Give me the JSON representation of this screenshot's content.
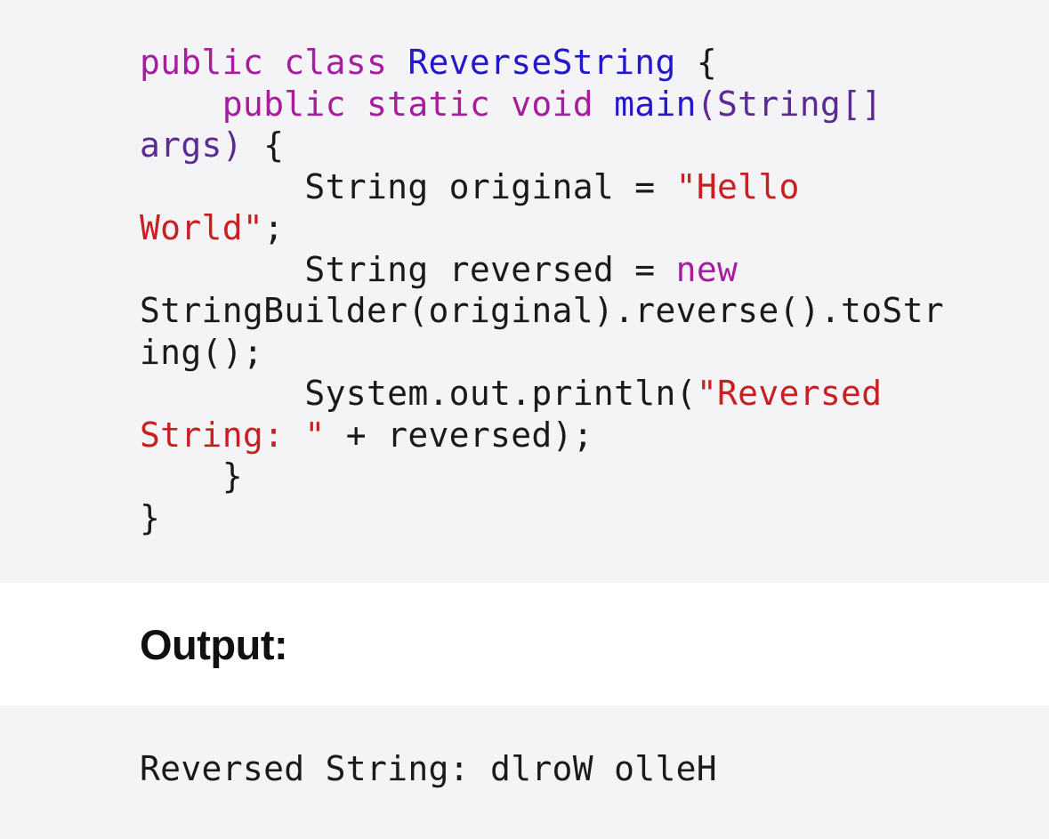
{
  "code": {
    "language": "java",
    "lines": [
      [
        {
          "t": "kw",
          "v": "public class "
        },
        {
          "t": "cls",
          "v": "ReverseString"
        },
        {
          "t": "plain",
          "v": " {"
        }
      ],
      [
        {
          "t": "plain",
          "v": "    "
        },
        {
          "t": "kw",
          "v": "public static void "
        },
        {
          "t": "cls",
          "v": "main"
        },
        {
          "t": "param",
          "v": "(String[]"
        }
      ],
      [
        {
          "t": "param",
          "v": "args)"
        },
        {
          "t": "plain",
          "v": " {"
        }
      ],
      [
        {
          "t": "plain",
          "v": "        String original = "
        },
        {
          "t": "str",
          "v": "\"Hello"
        }
      ],
      [
        {
          "t": "str",
          "v": "World\""
        },
        {
          "t": "plain",
          "v": ";"
        }
      ],
      [
        {
          "t": "plain",
          "v": "        String reversed = "
        },
        {
          "t": "kw",
          "v": "new"
        }
      ],
      [
        {
          "t": "plain",
          "v": "StringBuilder(original).reverse().toStr"
        }
      ],
      [
        {
          "t": "plain",
          "v": "ing();"
        }
      ],
      [
        {
          "t": "plain",
          "v": "        System.out.println("
        },
        {
          "t": "str",
          "v": "\"Reversed"
        }
      ],
      [
        {
          "t": "str",
          "v": "String: \""
        },
        {
          "t": "plain",
          "v": " + reversed);"
        }
      ],
      [
        {
          "t": "plain",
          "v": "    }"
        }
      ],
      [
        {
          "t": "plain",
          "v": "}"
        }
      ]
    ]
  },
  "output": {
    "heading": "Output:",
    "text": "Reversed String: dlroW olleH"
  },
  "colors": {
    "keyword": "#a61d9d",
    "class_name": "#2419c8",
    "parameter": "#5b2a92",
    "string": "#c62020",
    "plain": "#1a1a1a",
    "code_background": "#f4f4f7",
    "page_background": "#ffffff"
  }
}
